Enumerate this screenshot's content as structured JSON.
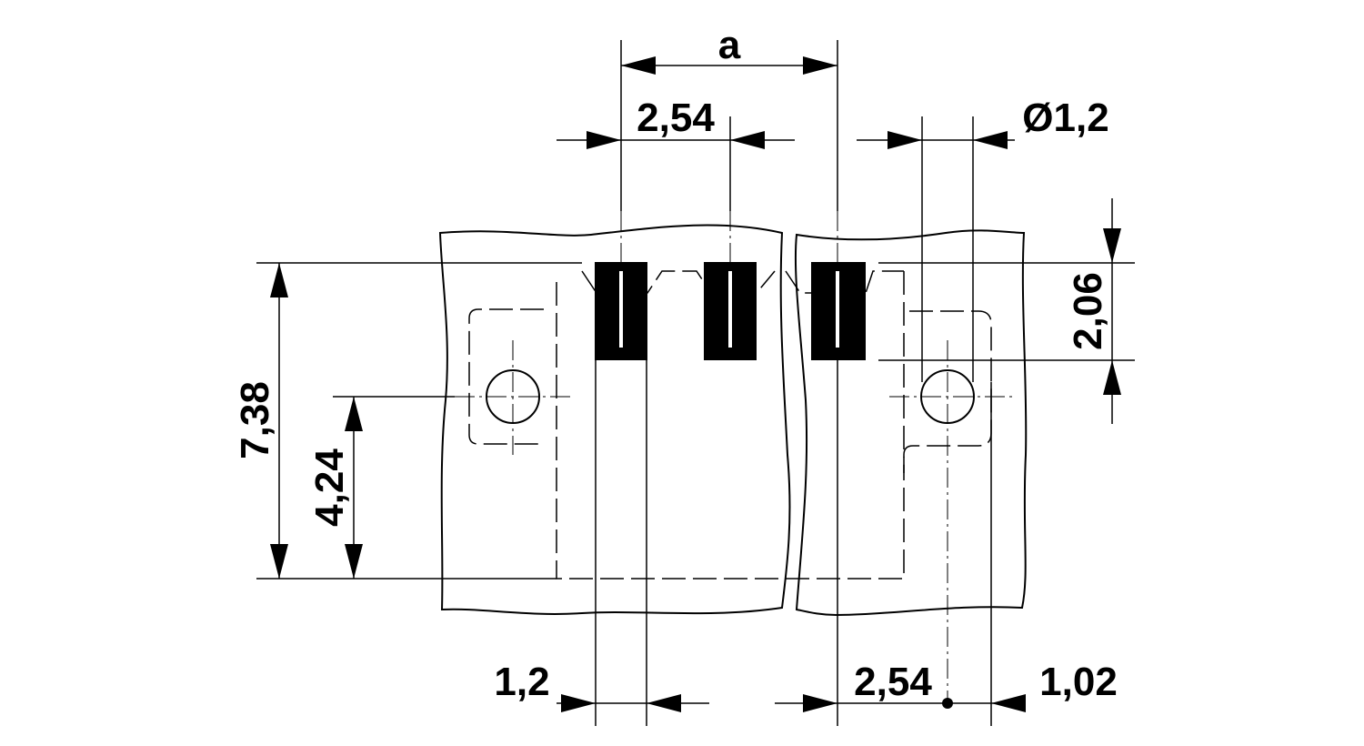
{
  "dimensions": {
    "pitch_a": "a",
    "pitch_top": "2,54",
    "hole_diameter": "Ø1,2",
    "height_total": "7,38",
    "hole_height": "4,24",
    "pin_depth": "2,06",
    "pin_width": "1,2",
    "pitch_bottom": "2,54",
    "offset_bottom": "1,02"
  },
  "colors": {
    "line": "#000000",
    "background": "#ffffff"
  }
}
